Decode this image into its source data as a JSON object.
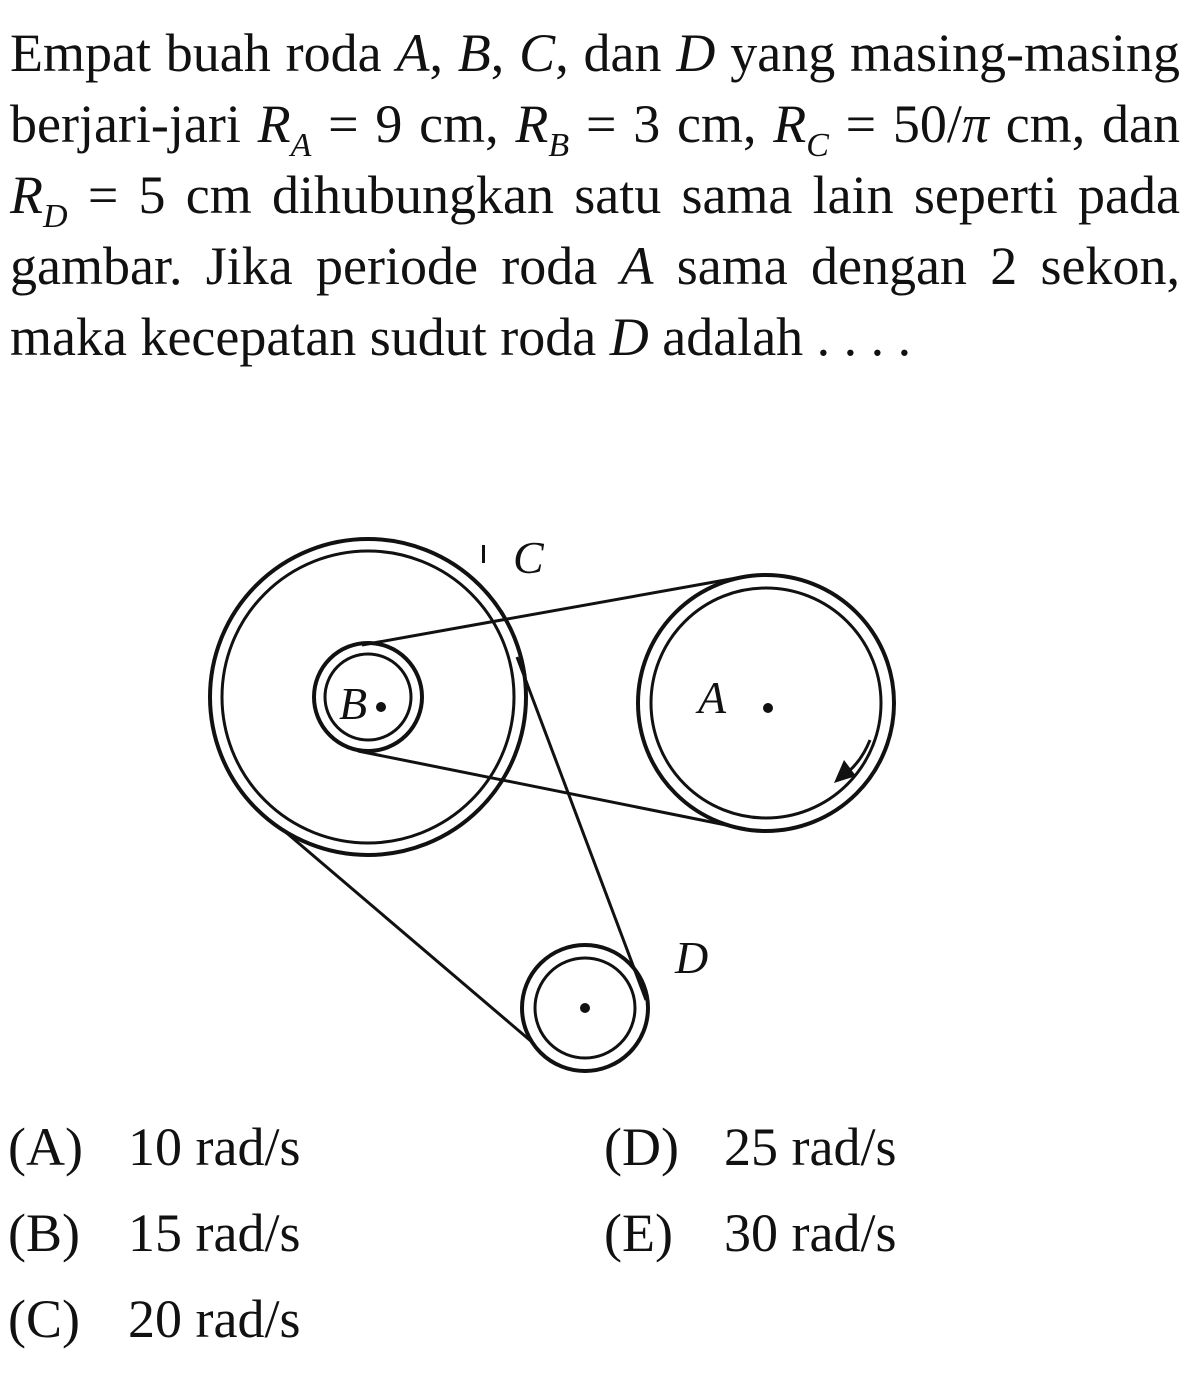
{
  "question": {
    "t1": "Empat buah roda ",
    "vA": "A",
    "c1": ", ",
    "vB": "B",
    "c2": ", ",
    "vC": "C",
    "t2": ", dan ",
    "vD": "D",
    "t3": " yang masing-masing berjari-jari ",
    "rA": "R",
    "rA_sub": "A",
    "rA_val": " = 9 cm, ",
    "rB": "R",
    "rB_sub": "B",
    "rB_val": " = 3 cm, ",
    "rC": "R",
    "rC_sub": "C",
    "rC_val": " = 50/",
    "pi": "π",
    "rC_unit": " cm, dan ",
    "rD": "R",
    "rD_sub": "D",
    "rD_val": " = 5 cm dihubungkan satu sama lain seperti pada gambar. Jika periode roda ",
    "vA2": "A",
    "t4": " sama dengan 2 sekon, maka kecepatan sudut roda ",
    "vD2": "D",
    "t5": " adalah . . . ."
  },
  "figure": {
    "label_c": "C",
    "label_b": "B",
    "label_a": "A",
    "label_d": "D"
  },
  "options": [
    {
      "letter": "(A)",
      "text": "10 rad/s"
    },
    {
      "letter": "(B)",
      "text": "15 rad/s"
    },
    {
      "letter": "(C)",
      "text": "20 rad/s"
    },
    {
      "letter": "(D)",
      "text": "25 rad/s"
    },
    {
      "letter": "(E)",
      "text": "30 rad/s"
    }
  ]
}
